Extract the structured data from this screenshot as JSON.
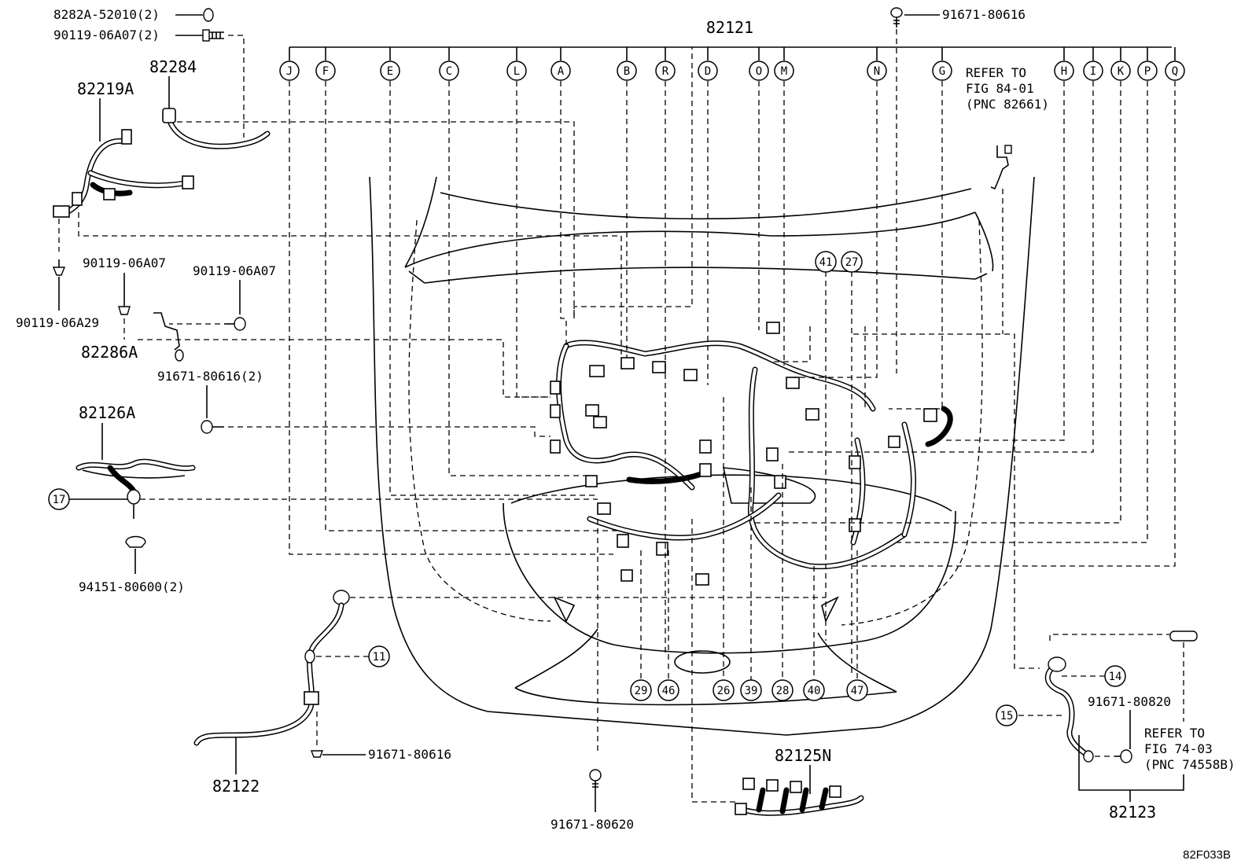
{
  "diagram": {
    "code": "82F033B",
    "main_harness": "82121",
    "parts": {
      "p82282A": "8282A-52010(2)",
      "p90119_06A07_2": "90119-06A07(2)",
      "p82284": "82284",
      "p82219A": "82219A",
      "p90119_06A29": "90119-06A29",
      "p90119_06A07_a": "90119-06A07",
      "p90119_06A07_b": "90119-06A07",
      "p82286A": "82286A",
      "p91671_80616_2": "91671-80616(2)",
      "p82126A": "82126A",
      "p94151": "94151-80600(2)",
      "p91671_80616_top": "91671-80616",
      "p91671_80616_bottom": "91671-80616",
      "p82122": "82122",
      "p91671_80620": "91671-80620",
      "p82125N": "82125N",
      "p91671_80820": "91671-80820",
      "p82123": "82123"
    },
    "refer_1": [
      "REFER TO",
      "FIG 84-01",
      "(PNC 82661)"
    ],
    "refer_2": [
      "REFER TO",
      "FIG 74-03",
      "(PNC 74558B)"
    ],
    "letters": [
      "J",
      "F",
      "E",
      "C",
      "L",
      "A",
      "B",
      "R",
      "D",
      "O",
      "M",
      "N",
      "G",
      "H",
      "I",
      "K",
      "P",
      "Q"
    ],
    "numbers": [
      "41",
      "27",
      "17",
      "11",
      "14",
      "15",
      "29",
      "46",
      "26",
      "39",
      "28",
      "40",
      "47"
    ]
  }
}
